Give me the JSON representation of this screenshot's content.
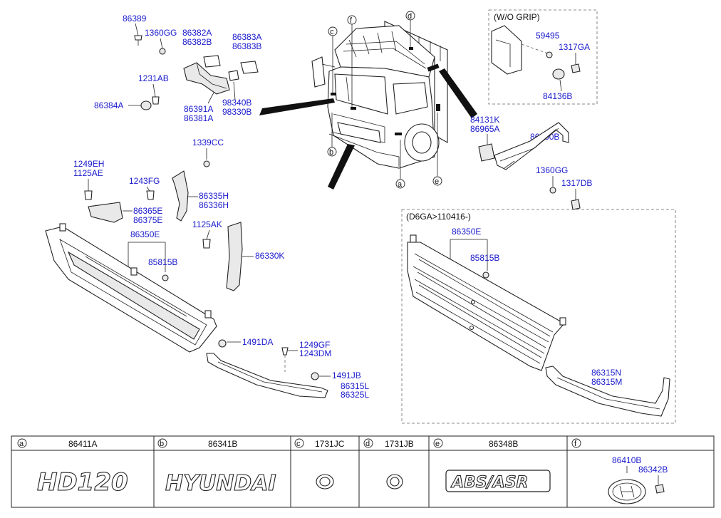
{
  "labels": {
    "p86389": "86389",
    "p1360GG_a": "1360GG",
    "p86382A": "86382A",
    "p86382B": "86382B",
    "p86383A": "86383A",
    "p86383B": "86383B",
    "p1231AB": "1231AB",
    "p86384A": "86384A",
    "p86391A": "86391A",
    "p86381A": "86381A",
    "p98340B": "98340B",
    "p98330B": "98330B",
    "p1339CC": "1339CC",
    "p1249EH": "1249EH",
    "p1125AE": "1125AE",
    "p1243FG": "1243FG",
    "p86335H": "86335H",
    "p86336H": "86336H",
    "p86365E": "86365E",
    "p86375E": "86375E",
    "p86350E_a": "86350E",
    "p1125AK": "1125AK",
    "p86330K": "86330K",
    "p85815B_a": "85815B",
    "p1491DA": "1491DA",
    "p1249GF": "1249GF",
    "p1243DM": "1243DM",
    "p1491JB": "1491JB",
    "p86315L": "86315L",
    "p86325L": "86325L",
    "wo_grip_title": "(W/O GRIP)",
    "p59495": "59495",
    "p1317GA": "1317GA",
    "p84136B": "84136B",
    "p84131K": "84131K",
    "p86965A": "86965A",
    "p86960B": "86960B",
    "p1360GG_b": "1360GG",
    "p1317DB": "1317DB",
    "d6ga_title": "(D6GA>110416-)",
    "p86350E_b": "86350E",
    "p85815B_b": "85815B",
    "p86315N": "86315N",
    "p86315M": "86315M"
  },
  "callouts": {
    "a": "a",
    "b": "b",
    "c": "c",
    "d": "d",
    "e": "e",
    "f": "f"
  },
  "table": {
    "columns": [
      {
        "letter": "a",
        "part": "86411A",
        "emblem": "HD120"
      },
      {
        "letter": "b",
        "part": "86341B",
        "emblem": "HYUNDAI"
      },
      {
        "letter": "c",
        "part": "1731JC"
      },
      {
        "letter": "d",
        "part": "1731JB"
      },
      {
        "letter": "e",
        "part": "86348B",
        "emblem": "ABS/ASR"
      },
      {
        "letter": "f",
        "part": "86410B",
        "part2": "86342B"
      }
    ]
  },
  "colors": {
    "label": "#1a1acc",
    "line": "#222222"
  }
}
